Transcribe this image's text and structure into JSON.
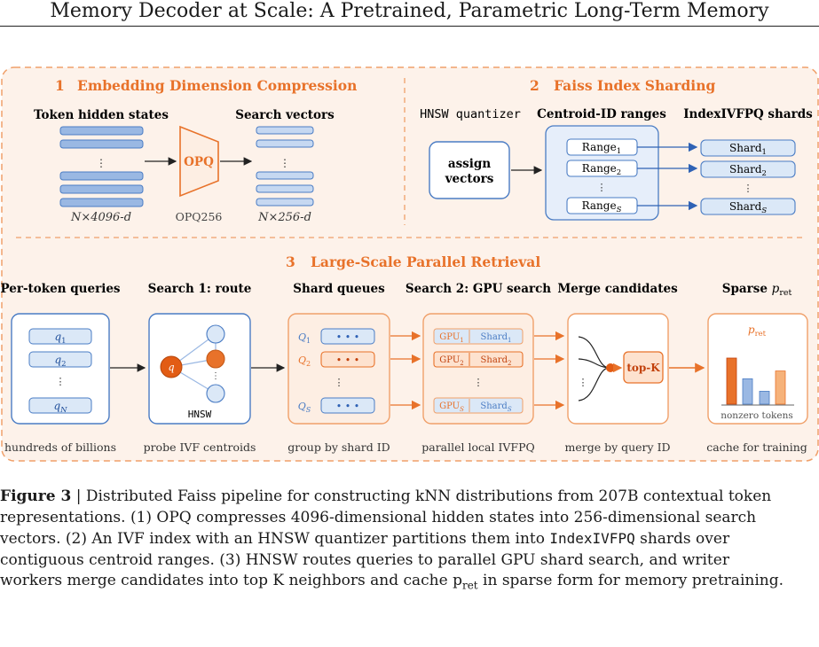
{
  "header": {
    "title": "Memory Decoder at Scale: A Pretrained, Parametric Long-Term Memory"
  },
  "figure": {
    "panel1": {
      "num": "1",
      "title": "Embedding Dimension Compression",
      "token_label": "Token hidden states",
      "search_label": "Search vectors",
      "opq_label": "OPQ",
      "opq_caption": "OPQ256",
      "dim_in": "N×4096-d",
      "dim_out": "N×256-d",
      "dots": "⋮"
    },
    "panel2": {
      "num": "2",
      "title": "Faiss Index Sharding",
      "quantizer_label": "HNSW quantizer",
      "ranges_label": "Centroid-ID ranges",
      "shards_label": "IndexIVFPQ shards",
      "assign_line1": "assign",
      "assign_line2": "vectors",
      "range_label": "Range",
      "range_subs": [
        "1",
        "2",
        "S"
      ],
      "shard_label": "Shard",
      "shard_subs": [
        "1",
        "2",
        "S"
      ],
      "dots": "⋮"
    },
    "panel3": {
      "num": "3",
      "title": "Large-Scale Parallel Retrieval",
      "stages": [
        {
          "title": "Per-token queries",
          "caption": "hundreds of billions"
        },
        {
          "title": "Search 1: route",
          "caption": "probe IVF centroids"
        },
        {
          "title": "Shard queues",
          "caption": "group by shard ID"
        },
        {
          "title": "Search 2: GPU search",
          "caption": "parallel local IVFPQ"
        },
        {
          "title": "Merge candidates",
          "caption": "merge by query ID"
        },
        {
          "title": "Sparse p_ret",
          "caption": "cache for training"
        }
      ],
      "query_label": "q",
      "query_subs": [
        "1",
        "2",
        "N"
      ],
      "route_node": "q",
      "hnsw_label": "HNSW",
      "queue_label": "Q",
      "queue_subs": [
        "1",
        "2",
        "S"
      ],
      "queue_dots": "• • •",
      "gpu_label": "GPU",
      "gpu_shard_label": "Shard",
      "gpu_subs": [
        "1",
        "2",
        "S"
      ],
      "topk_label": "top-K",
      "pret_label": "p",
      "pret_sub": "ret",
      "nonzero_label": "nonzero tokens",
      "dots": "⋮"
    }
  },
  "sparse_bars": [
    1.0,
    0.55,
    0.28,
    0.72
  ],
  "caption": {
    "fig_label": "Figure 3",
    "line1": " | Distributed Faiss pipeline for constructing kNN distributions from 207B contextual token",
    "line2": "representations. (1) OPQ compresses 4096-dimensional hidden states into 256-dimensional search",
    "line3a": "vectors. (2) An IVF index with an HNSW quantizer partitions them into ",
    "line3code": "IndexIVFPQ",
    "line3b": " shards over",
    "line4": "contiguous centroid ranges. (3) HNSW routes queries to parallel GPU shard search, and writer",
    "line5a": "workers merge candidates into top K neighbors and cache p",
    "line5sub": "ret",
    "line5b": " in sparse form for memory pretraining."
  },
  "colors": {
    "orange": "#e8722a",
    "orange_light": "#fdeee3",
    "blue": "#4a7cc4",
    "blue_light": "#dbe8f7",
    "bg": "#fdf2ea"
  }
}
